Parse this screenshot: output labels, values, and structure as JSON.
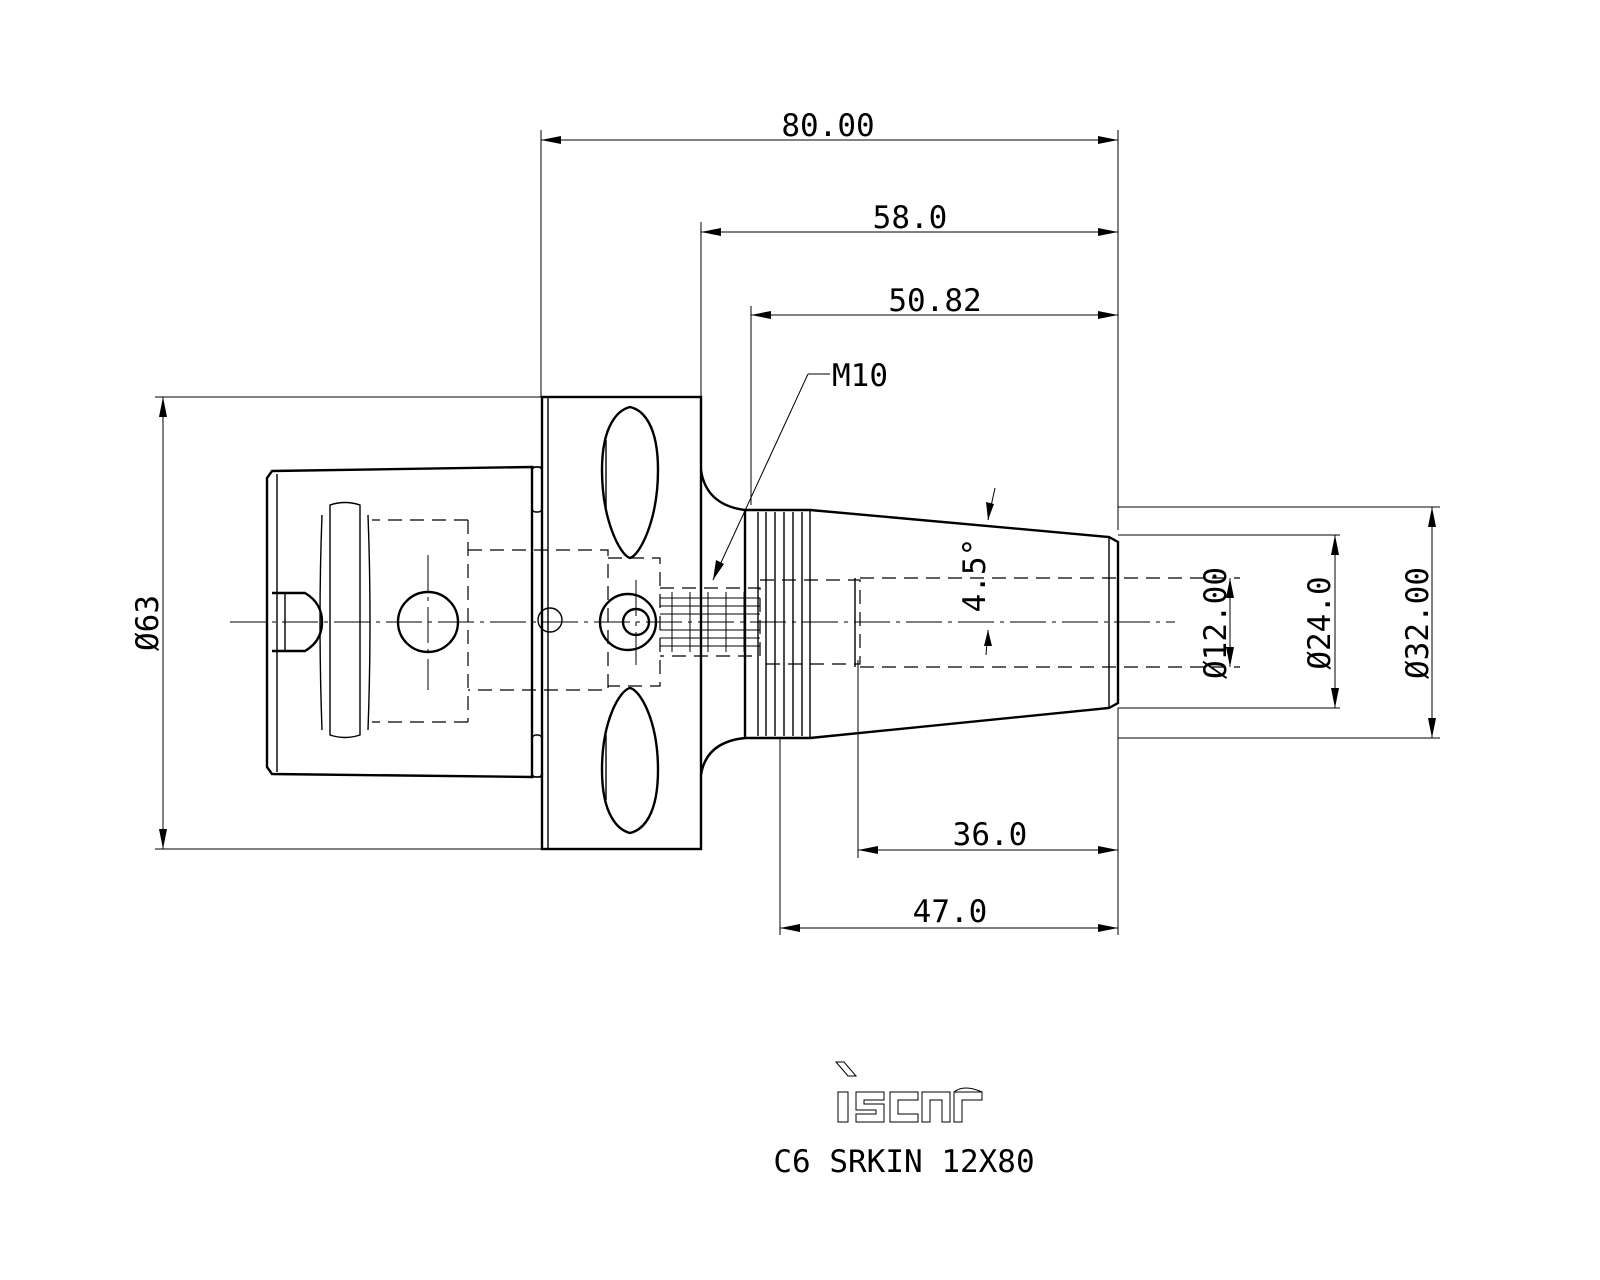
{
  "dimensions": {
    "overall_length": "80.00",
    "flange_to_end": "58.0",
    "thread_to_end": "50.82",
    "thread_label": "M10",
    "flange_diameter": "Ø63",
    "taper_angle": "4.5°",
    "bore_diameter": "Ø12.00",
    "nose_diameter": "Ø24.0",
    "taper_base_diameter": "Ø32.00",
    "bore_depth": "36.0",
    "taper_length": "47.0"
  },
  "logo": {
    "brand": "iscar"
  },
  "part_number": "C6 SRKIN 12X80"
}
